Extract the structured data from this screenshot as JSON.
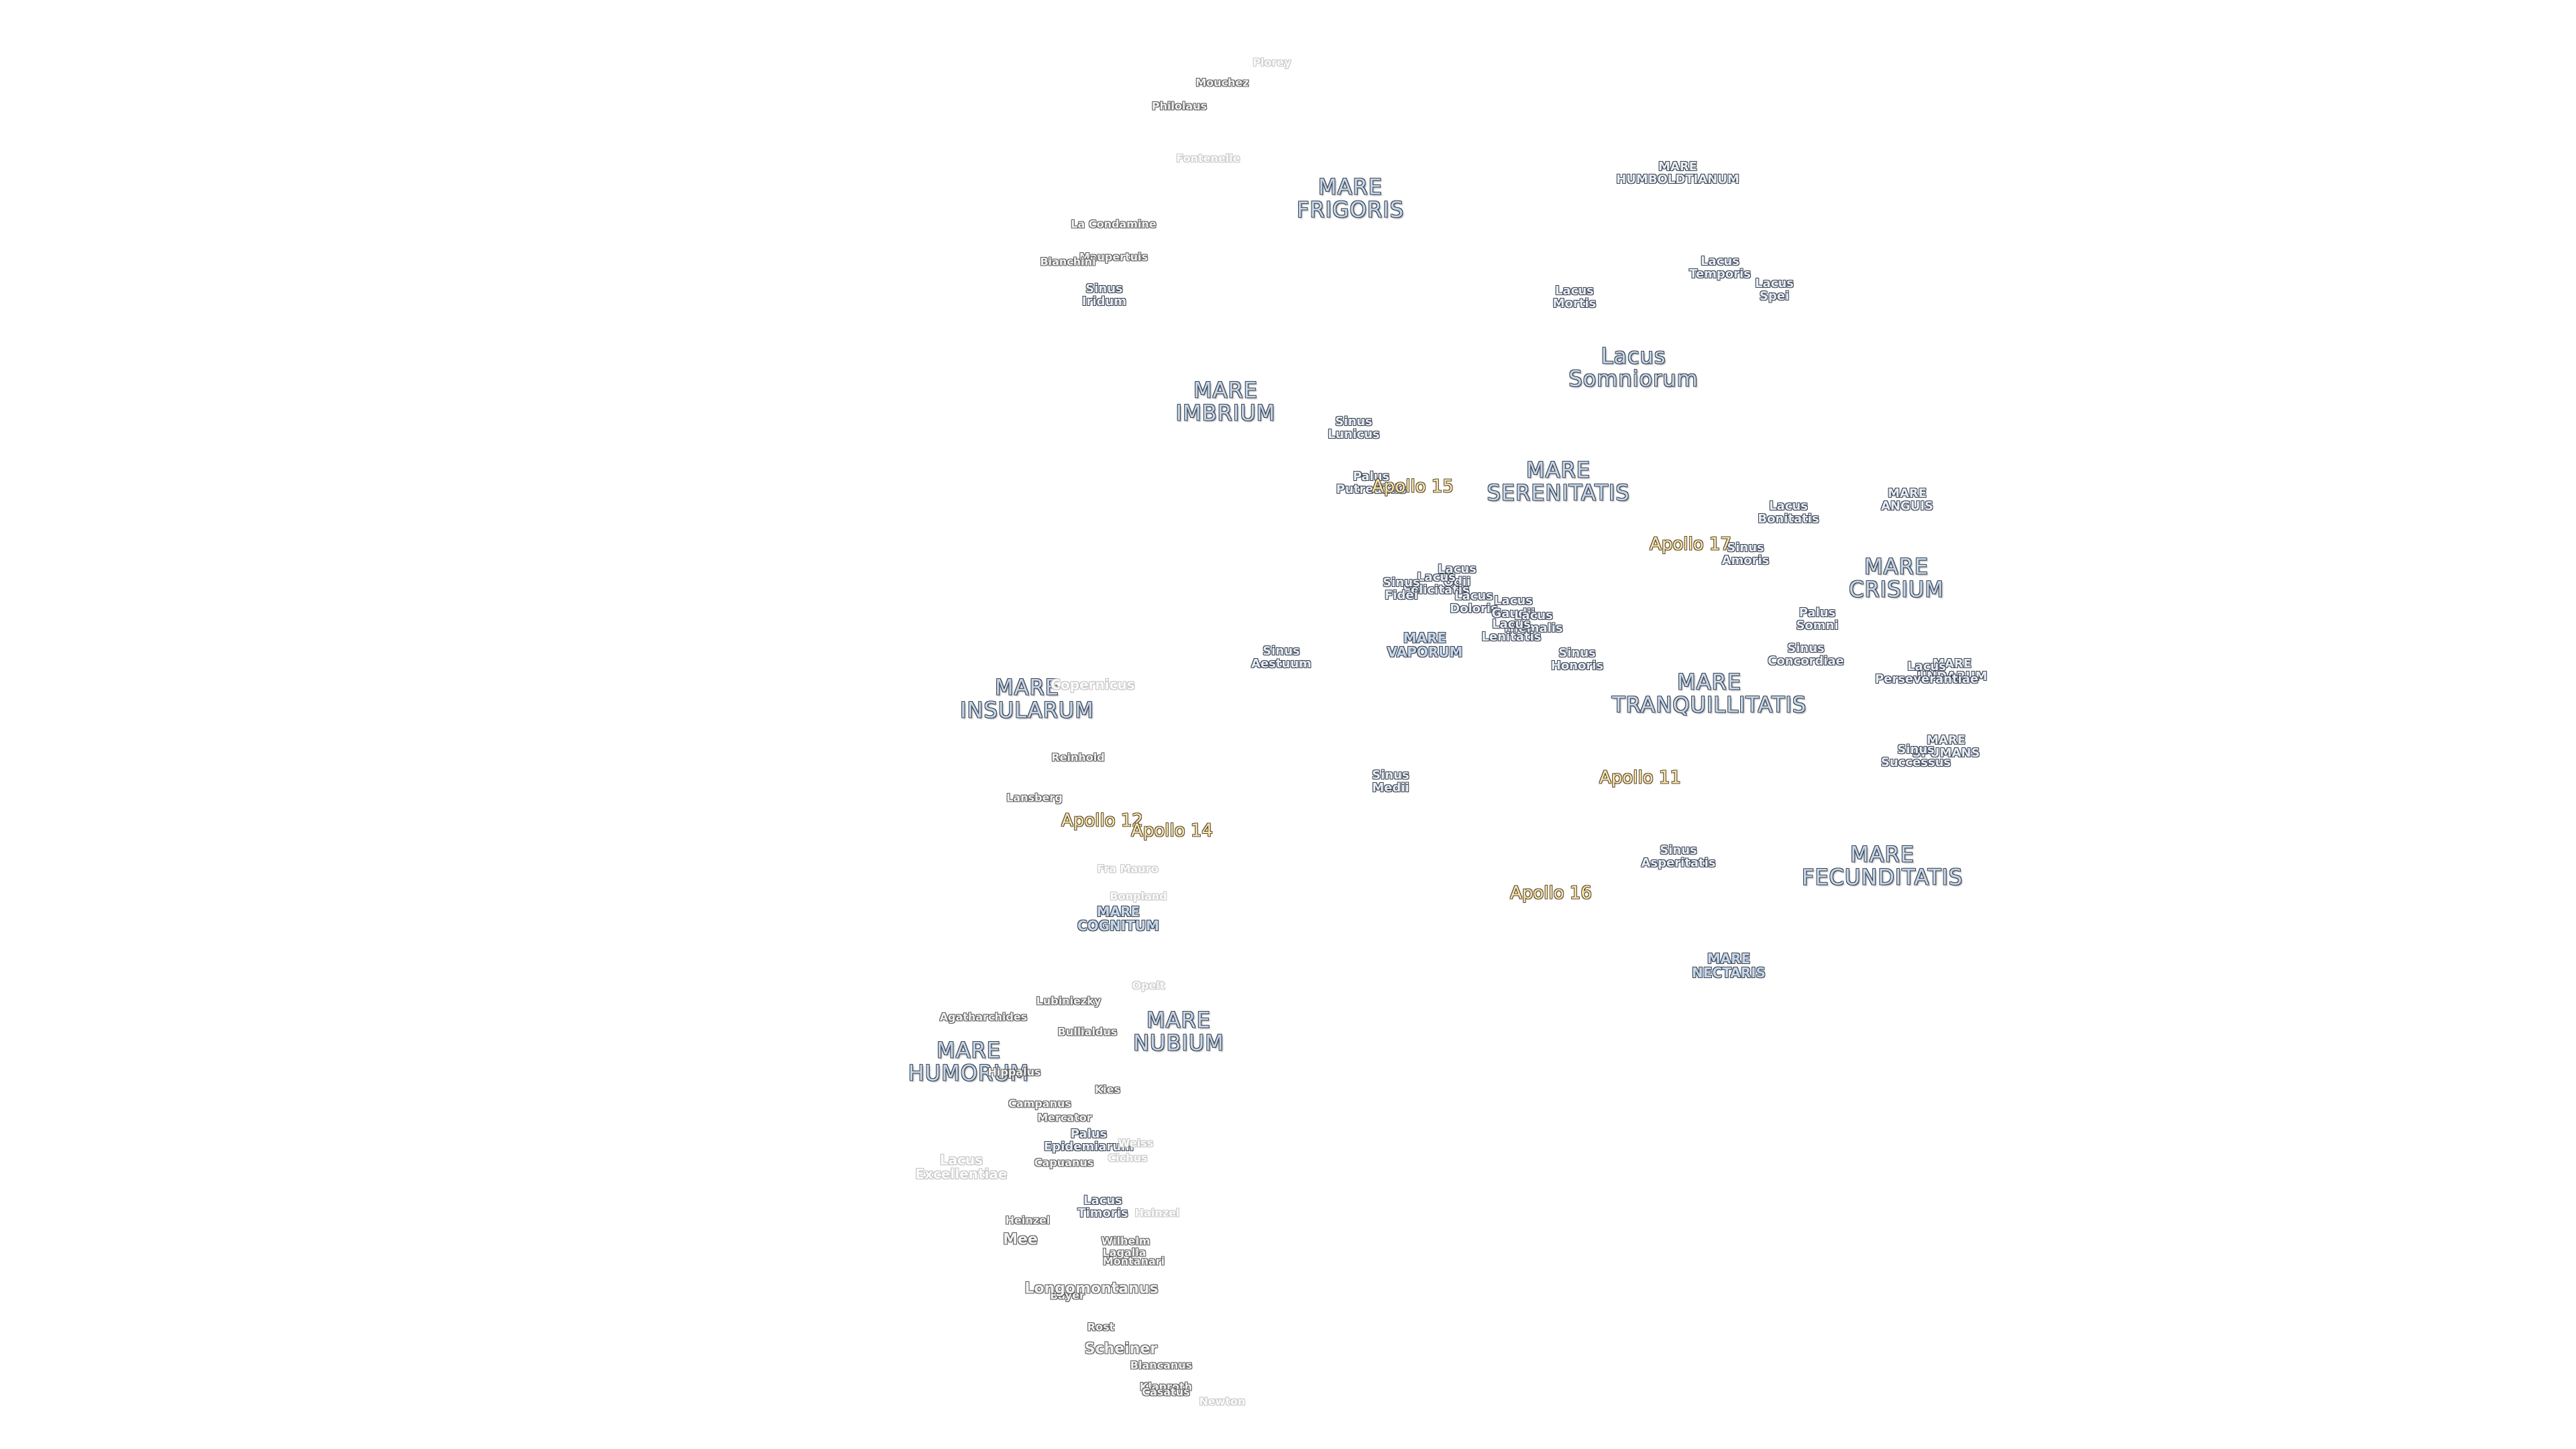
{
  "map": {
    "labels": [
      {
        "text": "MARE\nFRIGORIS",
        "style": "mare"
      },
      {
        "text": "MARE\nIMBRIUM",
        "style": "mare"
      },
      {
        "text": "MARE\nSERENITATIS",
        "style": "mare"
      },
      {
        "text": "MARE\nTRANQUILLITATIS",
        "style": "mare"
      },
      {
        "text": "MARE\nCRISIUM",
        "style": "mare"
      },
      {
        "text": "MARE\nFECUNDITATIS",
        "style": "mare"
      },
      {
        "text": "MARE\nINSULARUM",
        "style": "mare"
      },
      {
        "text": "MARE\nNUBIUM",
        "style": "mare"
      },
      {
        "text": "MARE\nHUMORUM",
        "style": "mare"
      },
      {
        "text": "Lacus\nSomniorum",
        "style": "mare"
      },
      {
        "text": "MARE\nCOGNITUM",
        "style": "mare-sm"
      },
      {
        "text": "MARE\nNECTARIS",
        "style": "mare-sm"
      },
      {
        "text": "MARE\nVAPORUM",
        "style": "mare-sm"
      },
      {
        "text": "MARE\nHUMBOLDTIANUM",
        "style": "feature"
      },
      {
        "text": "MARE\nANGUIS",
        "style": "feature"
      },
      {
        "text": "MARE\nUNDARUM",
        "style": "feature"
      },
      {
        "text": "MARE\nSPUMANS",
        "style": "feature"
      },
      {
        "text": "Sinus\nIridum",
        "style": "feature"
      },
      {
        "text": "Lacus\nTemporis",
        "style": "feature"
      },
      {
        "text": "Lacus\nSpei",
        "style": "feature"
      },
      {
        "text": "Lacus\nMortis",
        "style": "feature"
      },
      {
        "text": "Sinus\nLunicus",
        "style": "feature"
      },
      {
        "text": "Palus\nPutredinis",
        "style": "feature"
      },
      {
        "text": "Lacus\nBonitatis",
        "style": "feature"
      },
      {
        "text": "Sinus\nAmoris",
        "style": "feature"
      },
      {
        "text": "Lacus\nOdii",
        "style": "feature"
      },
      {
        "text": "Lacus\nFelicitatis",
        "style": "feature"
      },
      {
        "text": "Sinus\nFidei",
        "style": "feature"
      },
      {
        "text": "Lacus\nDoloris",
        "style": "feature"
      },
      {
        "text": "Lacus\nGaudii",
        "style": "feature"
      },
      {
        "text": "Lacus\nHiemalis",
        "style": "feature"
      },
      {
        "text": "Lacus\nLenitatis",
        "style": "feature"
      },
      {
        "text": "Palus\nSomni",
        "style": "feature"
      },
      {
        "text": "Sinus\nConcordiae",
        "style": "feature"
      },
      {
        "text": "Lacus\nPerseverantiae",
        "style": "feature"
      },
      {
        "text": "Sinus\nAestuum",
        "style": "feature"
      },
      {
        "text": "Sinus\nHonoris",
        "style": "feature"
      },
      {
        "text": "Sinus\nSuccessus",
        "style": "feature"
      },
      {
        "text": "Sinus\nMedii",
        "style": "feature"
      },
      {
        "text": "Sinus\nAsperitatis",
        "style": "feature"
      },
      {
        "text": "Palus\nEpidemiarum",
        "style": "feature"
      },
      {
        "text": "Lacus\nTimoris",
        "style": "feature"
      },
      {
        "text": "Mouchez",
        "style": "crater"
      },
      {
        "text": "Philolaus",
        "style": "crater"
      },
      {
        "text": "La Condamine",
        "style": "crater"
      },
      {
        "text": "Maupertuis",
        "style": "crater"
      },
      {
        "text": "Bianchini",
        "style": "crater"
      },
      {
        "text": "Reinhold",
        "style": "crater"
      },
      {
        "text": "Lansberg",
        "style": "crater"
      },
      {
        "text": "Lubiniezky",
        "style": "crater"
      },
      {
        "text": "Agatharchides",
        "style": "crater"
      },
      {
        "text": "Bullialdus",
        "style": "crater"
      },
      {
        "text": "Hippalus",
        "style": "crater"
      },
      {
        "text": "Kies",
        "style": "crater"
      },
      {
        "text": "Campanus",
        "style": "crater"
      },
      {
        "text": "Mercator",
        "style": "crater"
      },
      {
        "text": "Capuanus",
        "style": "crater"
      },
      {
        "text": "Heinzel",
        "style": "crater"
      },
      {
        "text": "Wilhelm",
        "style": "crater"
      },
      {
        "text": "Lagalla",
        "style": "crater"
      },
      {
        "text": "Montanari",
        "style": "crater"
      },
      {
        "text": "Bayer",
        "style": "crater"
      },
      {
        "text": "Rost",
        "style": "crater"
      },
      {
        "text": "Blancanus",
        "style": "crater"
      },
      {
        "text": "Klaproth",
        "style": "crater"
      },
      {
        "text": "Casatus",
        "style": "crater"
      },
      {
        "text": "Mee",
        "style": "crater-lg"
      },
      {
        "text": "Longomontanus",
        "style": "crater-lg"
      },
      {
        "text": "Scheiner",
        "style": "crater-lg"
      },
      {
        "text": "Plorey",
        "style": "faint"
      },
      {
        "text": "Fontenelle",
        "style": "faint"
      },
      {
        "text": "Copernicus",
        "style": "faint-lg"
      },
      {
        "text": "Fra Mauro",
        "style": "faint"
      },
      {
        "text": "Bonpland",
        "style": "faint"
      },
      {
        "text": "Opelt",
        "style": "faint"
      },
      {
        "text": "Cichus",
        "style": "faint"
      },
      {
        "text": "Weiss",
        "style": "faint"
      },
      {
        "text": "Hainzel",
        "style": "faint"
      },
      {
        "text": "Lacus\nExcellentiae",
        "style": "faint-lg"
      },
      {
        "text": "Newton",
        "style": "faint"
      },
      {
        "text": "Apollo 15",
        "style": "apollo"
      },
      {
        "text": "Apollo 17",
        "style": "apollo"
      },
      {
        "text": "Apollo 11",
        "style": "apollo"
      },
      {
        "text": "Apollo 12",
        "style": "apollo"
      },
      {
        "text": "Apollo 14",
        "style": "apollo"
      },
      {
        "text": "Apollo 16",
        "style": "apollo"
      }
    ]
  }
}
